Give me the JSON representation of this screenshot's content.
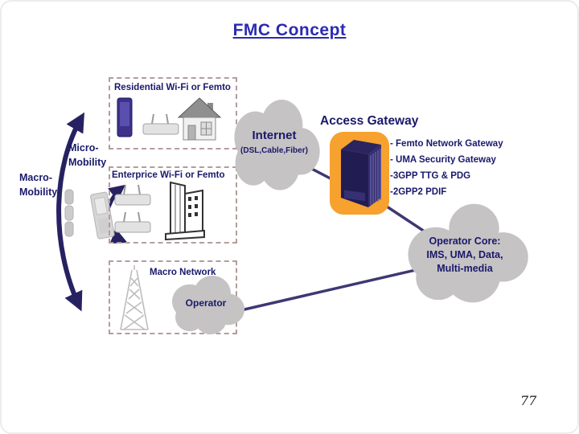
{
  "slide": {
    "title": "FMC Concept",
    "page_number": "77"
  },
  "mobility": {
    "micro": "Micro-\nMobility",
    "macro": "Macro-\nMobility"
  },
  "boxes": {
    "residential": {
      "title": "Residential Wi-Fi or Femto"
    },
    "enterprise": {
      "title": "Enterprice Wi-Fi or Femto"
    },
    "macro": {
      "title": "Macro Network",
      "cloud": "Operator"
    }
  },
  "internet_cloud": {
    "title": "Internet",
    "subtitle": "(DSL,Cable,Fiber)"
  },
  "access_gateway": {
    "title": "Access Gateway",
    "bullets": [
      "- Femto Network Gateway",
      "- UMA Security Gateway",
      "-3GPP TTG & PDG",
      "-2GPP2 PDIF"
    ]
  },
  "operator_core_cloud": {
    "text": "Operator Core:\nIMS, UMA, Data,\nMulti-media"
  },
  "icons": {
    "left_phone": "mobile-phone-icon",
    "tilted_phone": "mobile-phone-icon",
    "residential": [
      "femto-device-icon",
      "wifi-router-icon",
      "house-icon"
    ],
    "enterprise": [
      "wifi-router-icon",
      "wifi-router-icon",
      "office-building-icon"
    ],
    "macro": [
      "cell-tower-icon",
      "cloud-icon"
    ],
    "gateway": "server-rack-icon"
  },
  "colors": {
    "title_blue": "#2b2bb0",
    "label_navy": "#19196b",
    "arrow_navy": "#262262",
    "line_navy": "#3d3873",
    "cloud_gray": "#c5c3c3",
    "gateway_orange": "#f7a12e",
    "dashed_border": "#b49c9c"
  }
}
